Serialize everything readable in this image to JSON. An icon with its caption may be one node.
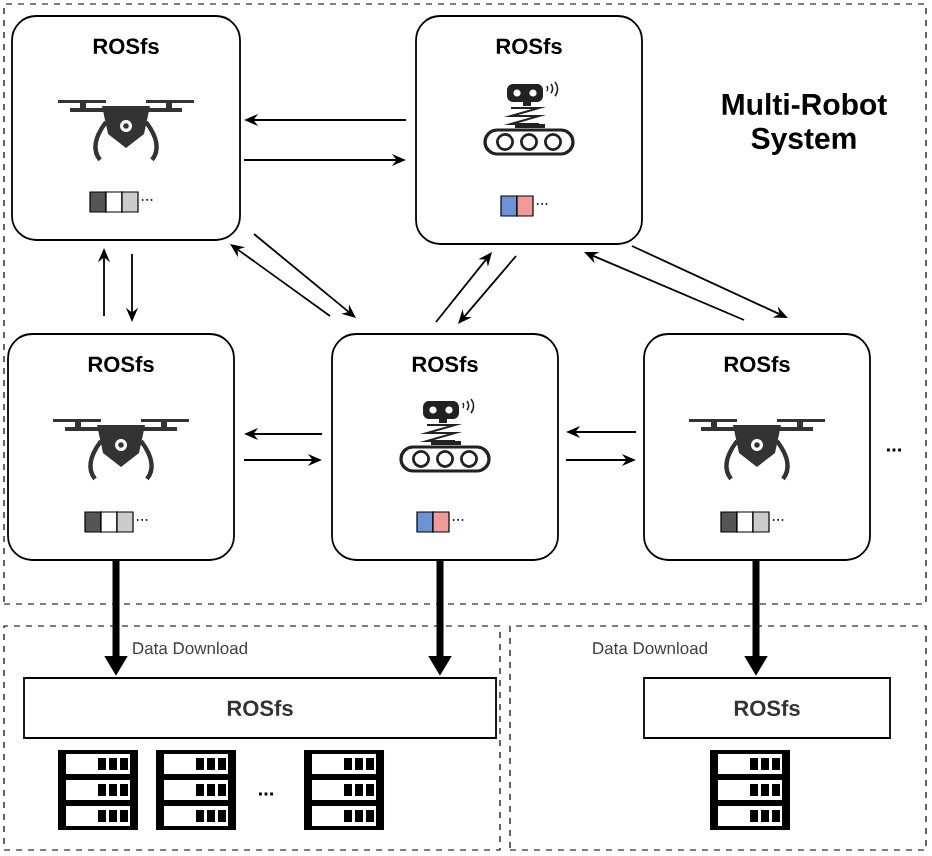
{
  "diagram": {
    "nodes": [
      {
        "text": [
          "Multi-Robot System"
        ]
      },
      {
        "text": [
          "ROSfs",
          "..."
        ],
        "in": 0
      },
      {
        "text": [
          "ROSfs",
          "..."
        ],
        "in": 0
      },
      {
        "text": [
          "ROSfs",
          "..."
        ],
        "in": 0
      },
      {
        "text": [
          "ROSfs",
          "..."
        ],
        "in": 0
      },
      {
        "text": [
          "ROSfs",
          "..."
        ],
        "in": 0,
        "beside": [
          "..."
        ]
      },
      {
        "text": [
          "Data Download"
        ]
      },
      {
        "text": [
          "ROSfs"
        ],
        "in": 6
      },
      {
        "text": [
          "Data Download"
        ]
      },
      {
        "text": [
          "ROSfs"
        ],
        "in": 8
      }
    ],
    "edges": [
      {
        "from": 2,
        "to": 1,
        "arrow": "to"
      },
      {
        "from": 1,
        "to": 2,
        "arrow": "to"
      },
      {
        "from": 3,
        "to": 1,
        "arrow": "to"
      },
      {
        "from": 1,
        "to": 3,
        "arrow": "to"
      },
      {
        "from": 4,
        "to": 1,
        "arrow": "to"
      },
      {
        "from": 1,
        "to": 4,
        "arrow": "to"
      },
      {
        "from": 4,
        "to": 2,
        "arrow": "to"
      },
      {
        "from": 2,
        "to": 4,
        "arrow": "to"
      },
      {
        "from": 5,
        "to": 2,
        "arrow": "to"
      },
      {
        "from": 2,
        "to": 5,
        "arrow": "to"
      },
      {
        "from": 4,
        "to": 3,
        "arrow": "to"
      },
      {
        "from": 3,
        "to": 4,
        "arrow": "to"
      },
      {
        "from": 5,
        "to": 4,
        "arrow": "to"
      },
      {
        "from": 4,
        "to": 5,
        "arrow": "to"
      },
      {
        "from": 3,
        "to": 7,
        "arrow": "to",
        "style": "thick"
      },
      {
        "from": 4,
        "to": 7,
        "arrow": "to",
        "style": "thick"
      },
      {
        "from": 5,
        "to": 9,
        "arrow": "to",
        "style": "thick"
      }
    ],
    "labels": [
      "..."
    ]
  }
}
